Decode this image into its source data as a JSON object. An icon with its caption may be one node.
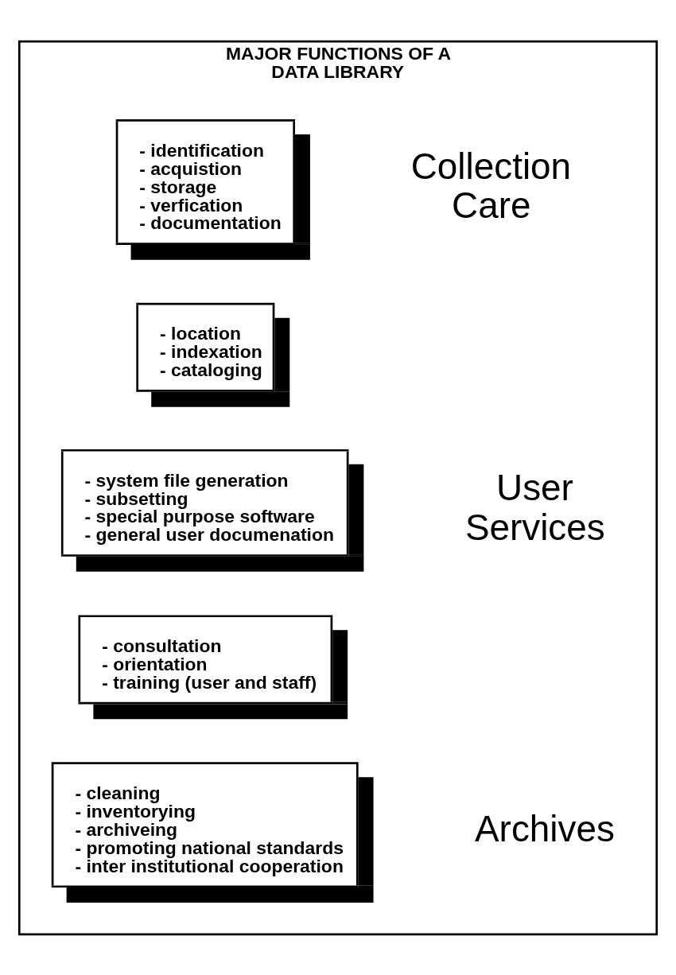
{
  "diagram": {
    "nodes": [
      {
        "text": [
          "MAJOR FUNCTIONS OF A DATA LIBRARY"
        ]
      },
      {
        "text": [
          "- identification",
          "- acquistion",
          "- storage",
          "- verfication",
          "- documentation"
        ],
        "in": 0
      },
      {
        "text": [
          "- location",
          "- indexation",
          "- cataloging"
        ],
        "in": 0
      },
      {
        "text": [
          "- system file generation",
          "- subsetting",
          "- special purpose software",
          "- general user documenation"
        ],
        "in": 0
      },
      {
        "text": [
          "- consultation",
          "- orientation",
          "- training (user and staff)"
        ],
        "in": 0
      },
      {
        "text": [
          "- cleaning",
          "- inventorying",
          "- archiveing",
          "- promoting national standards",
          "- inter institutional cooperation"
        ],
        "in": 0
      }
    ],
    "labels": [
      "Collection Care",
      "User Services",
      "Archives"
    ]
  }
}
